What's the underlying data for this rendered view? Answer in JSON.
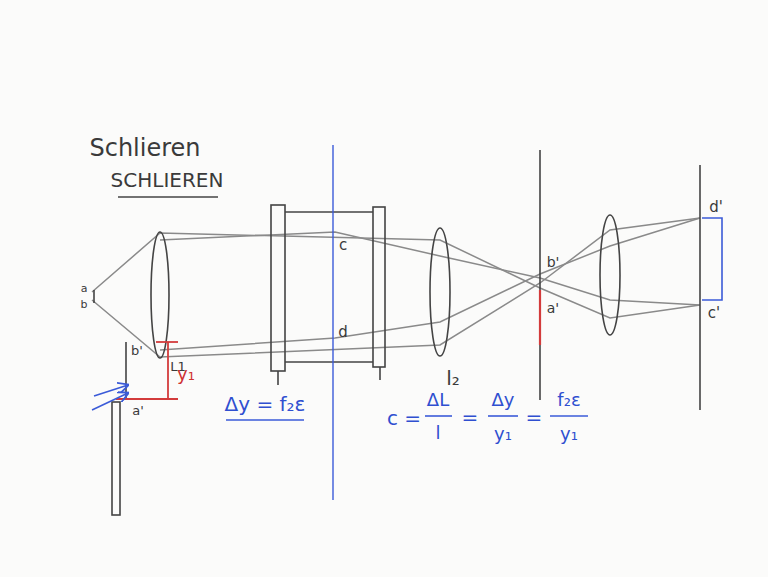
{
  "diagram": {
    "title": "Schlieren",
    "labels": [
      "SCHLIEREN",
      "a",
      "b",
      "L1",
      "c",
      "d",
      "l₂",
      "b'",
      "a'",
      "d'",
      "c'",
      "b'",
      "a'",
      "y₁",
      "Δy = f₂ε",
      "c =",
      "ΔL",
      "l",
      "=",
      "Δy",
      "y₁",
      "=",
      "f₂ε",
      "y₁"
    ]
  }
}
